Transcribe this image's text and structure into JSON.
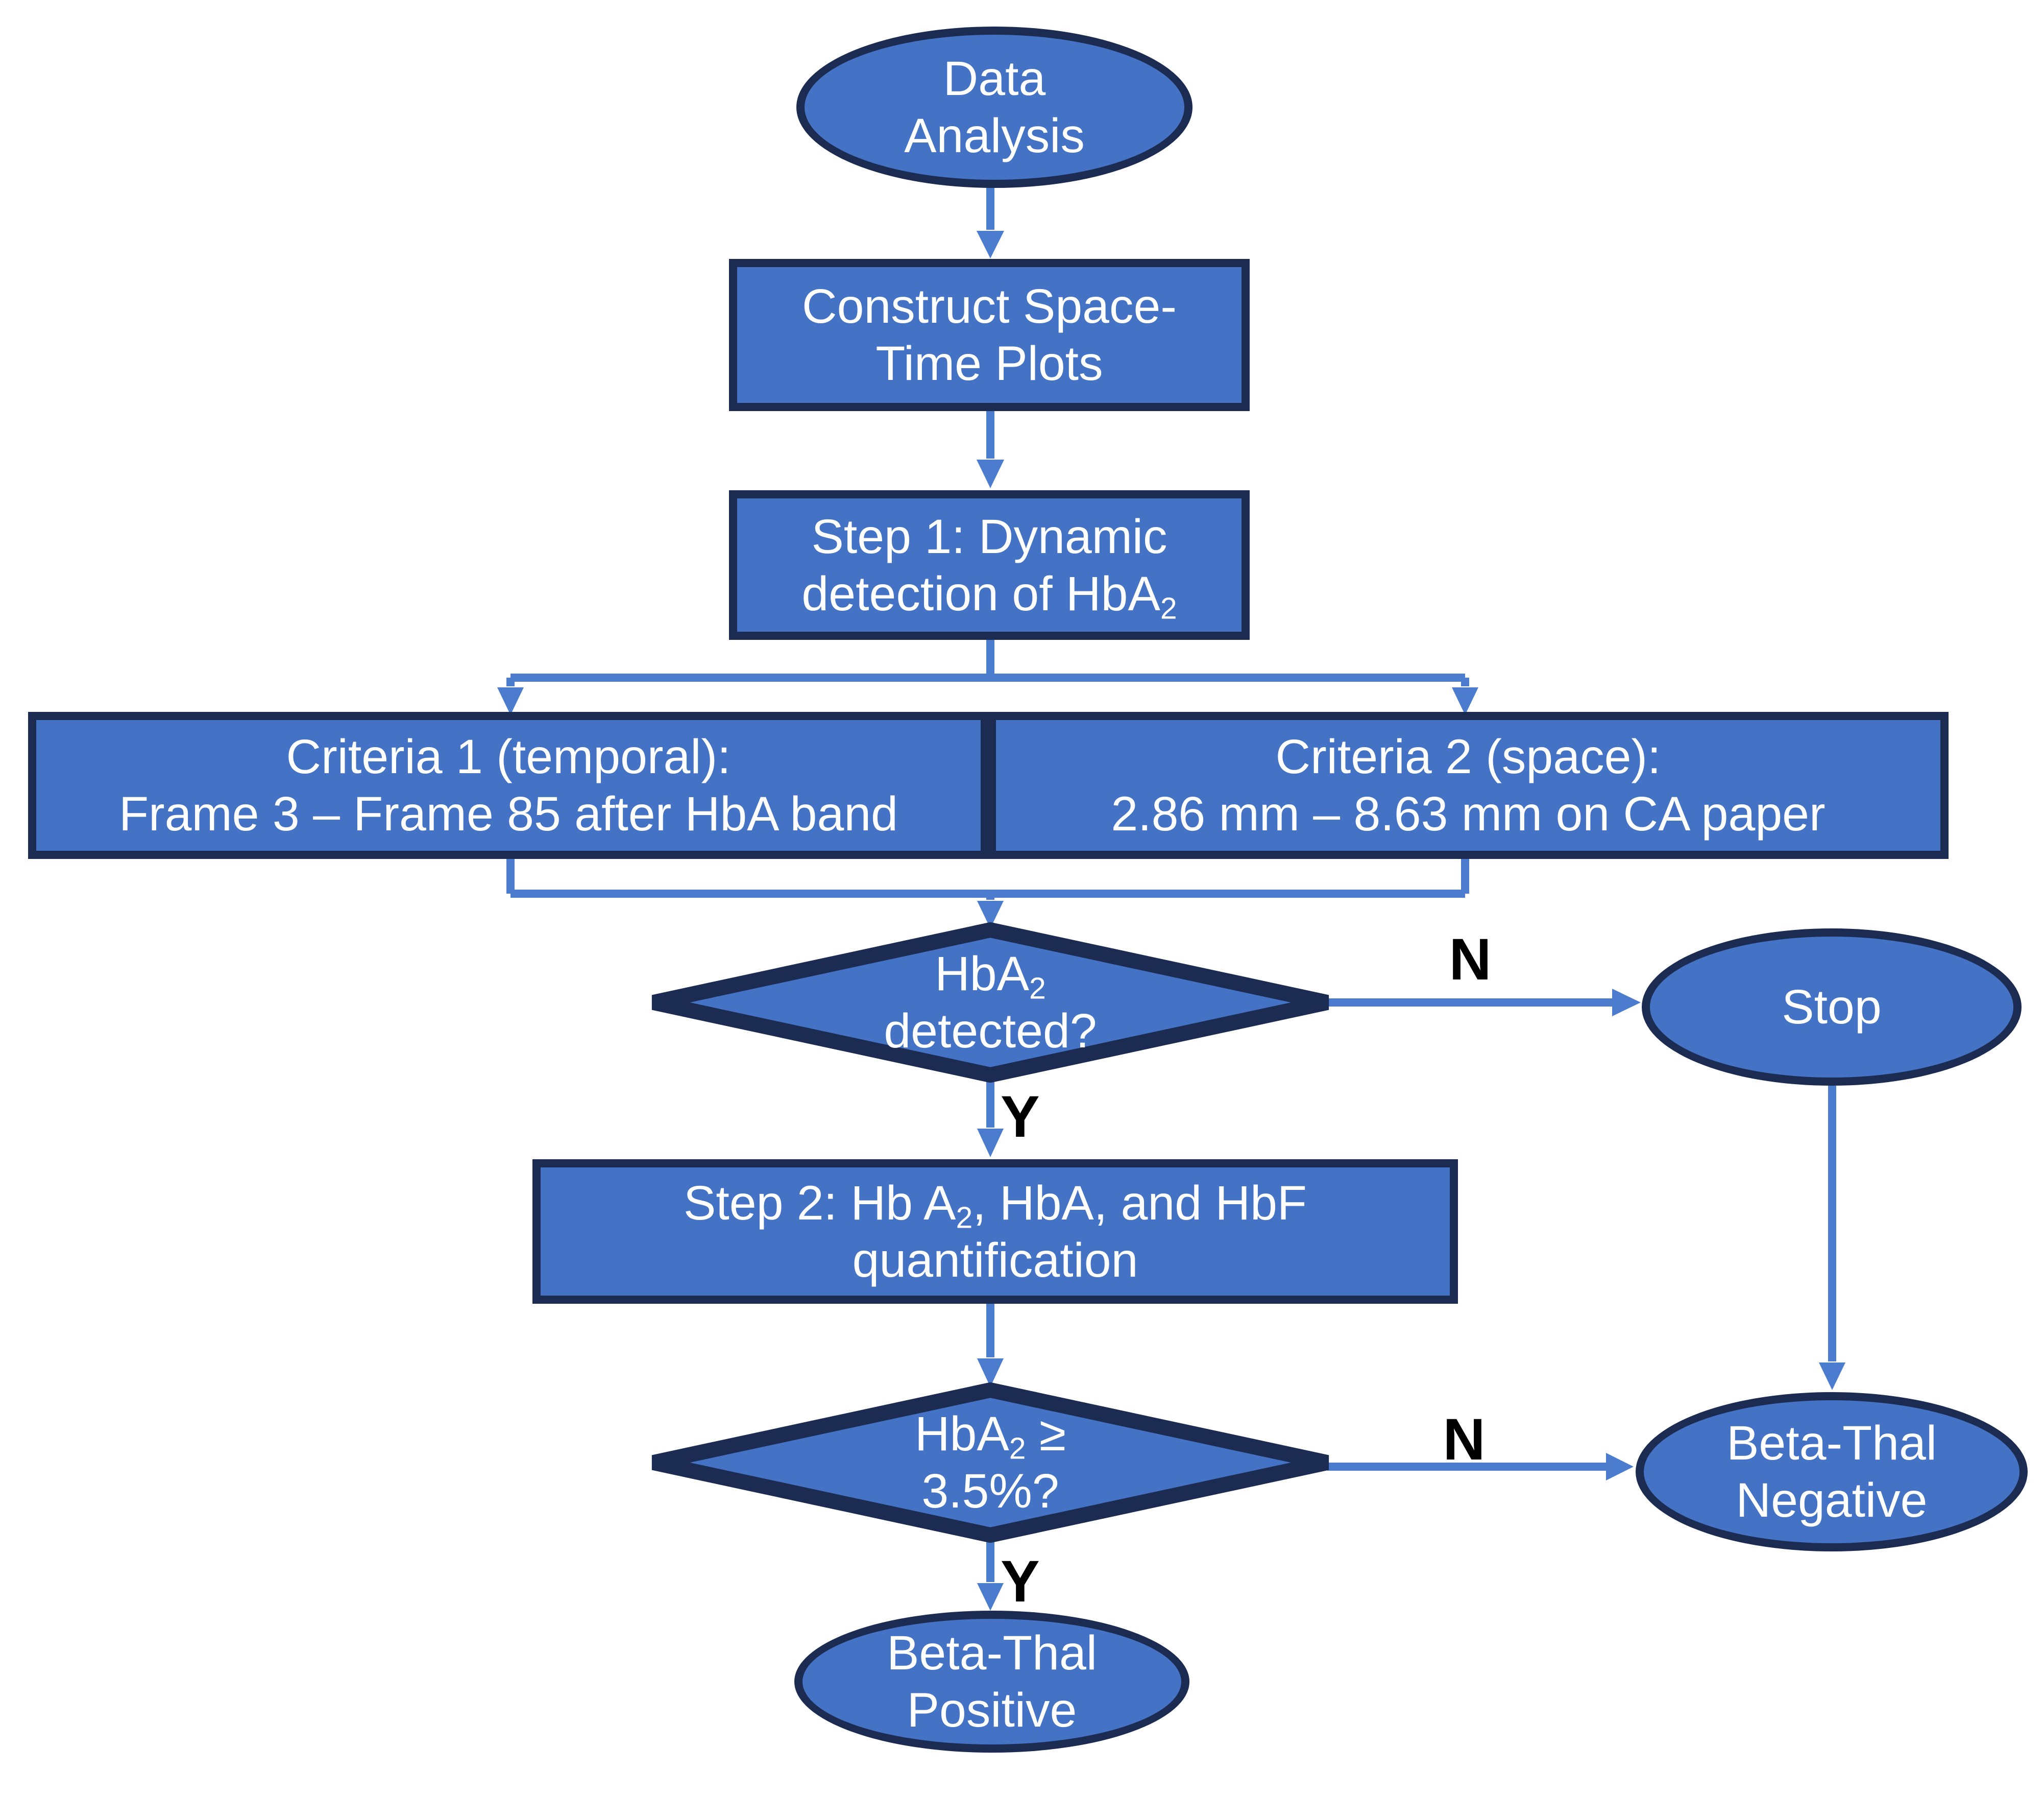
{
  "colors": {
    "shape_fill": "#4472C4",
    "shape_border": "#1C2B52",
    "connector": "#4C7CCE",
    "shape_text": "#FFFFFF",
    "branch_label_text": "#000000",
    "background": "#FFFFFF"
  },
  "nodes": {
    "start": {
      "line1": "Data",
      "line2": "Analysis"
    },
    "construct": {
      "line1": "Construct Space-",
      "line2": "Time Plots"
    },
    "step1": {
      "line1": "Step 1: Dynamic",
      "line2_pre": "detection of HbA",
      "line2_sub": "2"
    },
    "criteria1": {
      "line1": "Criteria 1 (temporal):",
      "line2": "Frame 3 – Frame 85 after HbA band"
    },
    "criteria2": {
      "line1": "Criteria 2 (space):",
      "line2": "2.86 mm – 8.63 mm on CA paper"
    },
    "decision1": {
      "line1_pre": "HbA",
      "line1_sub": "2",
      "line2": "detected?"
    },
    "stop": {
      "line1": "Stop"
    },
    "step2": {
      "line1_pre": "Step 2: Hb A",
      "line1_sub": "2",
      "line1_post": ", HbA, and HbF",
      "line2": "quantification"
    },
    "decision2": {
      "line1_pre": "HbA",
      "line1_sub": "2",
      "line1_post": " ≥",
      "line2": "3.5%?"
    },
    "negative": {
      "line1": "Beta-Thal",
      "line2": "Negative"
    },
    "positive": {
      "line1": "Beta-Thal",
      "line2": "Positive"
    }
  },
  "edge_labels": {
    "decision1_no": "N",
    "decision1_yes": "Y",
    "decision2_no": "N",
    "decision2_yes": "Y"
  }
}
